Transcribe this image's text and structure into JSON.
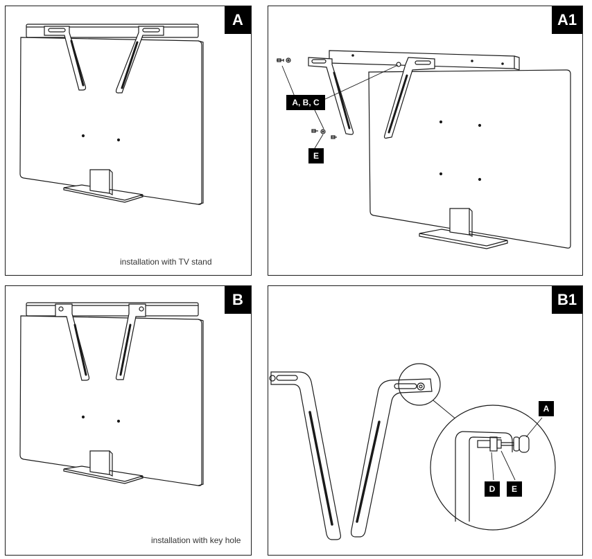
{
  "panels": {
    "a": {
      "label": "A",
      "caption": "installation with TV stand"
    },
    "a1": {
      "label": "A1",
      "callouts": {
        "abc": "A, B, C",
        "e": "E"
      }
    },
    "b": {
      "label": "B",
      "caption": "installation with key hole"
    },
    "b1": {
      "label": "B1",
      "callouts": {
        "a": "A",
        "d": "D",
        "e": "E"
      }
    }
  },
  "colors": {
    "line": "#1a1a1a",
    "tag_bg": "#000000",
    "tag_text": "#ffffff"
  }
}
